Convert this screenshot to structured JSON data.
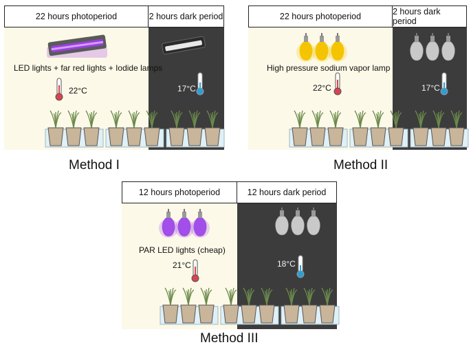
{
  "method1": {
    "title": "Method I",
    "photoperiod": "22 hours photoperiod",
    "dark_period": "2 hours dark period",
    "lamp_label": "LED lights + far red lights + Iodide lamps",
    "light_temp": "22°C",
    "dark_temp": "17°C"
  },
  "method2": {
    "title": "Method II",
    "photoperiod": "22 hours photoperiod",
    "dark_period": "2 hours dark period",
    "lamp_label": "High pressure sodium vapor lamp",
    "light_temp": "22°C",
    "dark_temp": "17°C"
  },
  "method3": {
    "title": "Method III",
    "photoperiod": "12 hours photoperiod",
    "dark_period": "12 hours dark period",
    "lamp_label": "PAR LED lights (cheap)",
    "light_temp": "21°C",
    "dark_temp": "18°C"
  },
  "colors": {
    "light_bg": "#fcf9e8",
    "dark_bg": "#3c3c3c",
    "led_purple": "#9b3fe0",
    "sodium_yellow": "#f5c400",
    "par_violet": "#a24ee8",
    "bulb_off": "#c9c9c9",
    "thermo_warm": "#d9434f",
    "thermo_cold": "#2b9fd6"
  }
}
